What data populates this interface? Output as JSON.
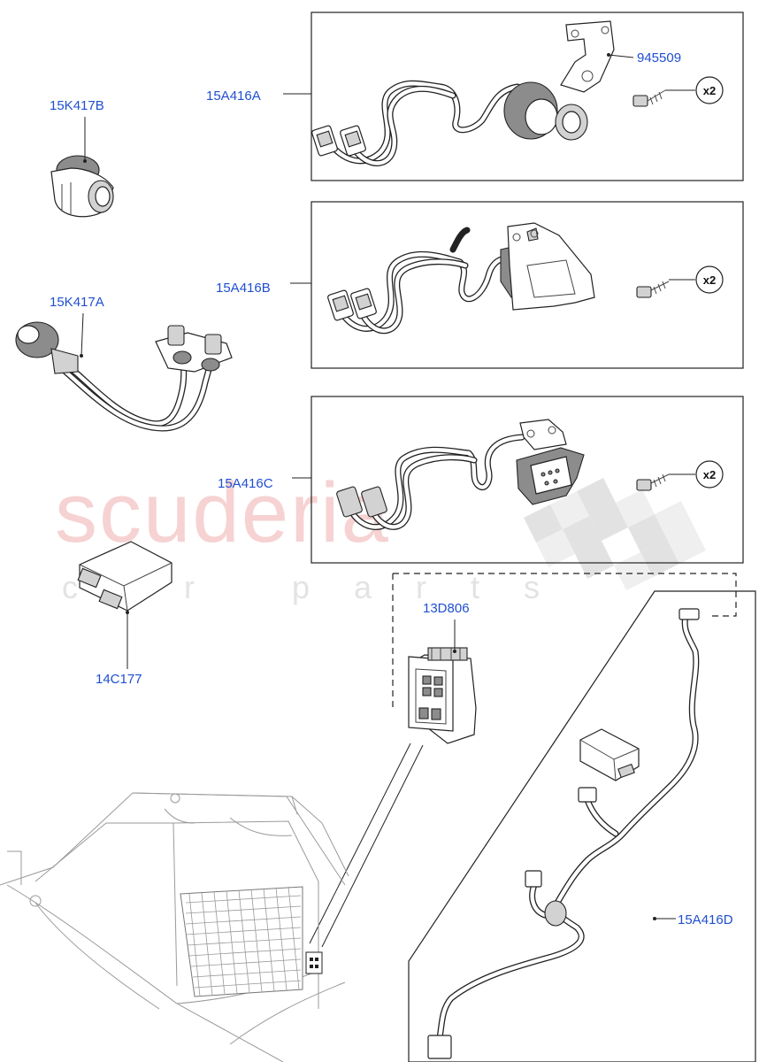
{
  "watermark": {
    "brand": "scuderia",
    "tagline": "car parts"
  },
  "callouts": {
    "p945509": "945509",
    "p15A416A": "15A416A",
    "p15A416B": "15A416B",
    "p15A416C": "15A416C",
    "p15A416D": "15A416D",
    "p15K417B": "15K417B",
    "p15K417A": "15K417A",
    "p13D806": "13D806",
    "p14C177": "14C177"
  },
  "quantities": {
    "boxA_screw": "x2",
    "boxB_screw": "x2",
    "boxC_screw": "x2"
  }
}
